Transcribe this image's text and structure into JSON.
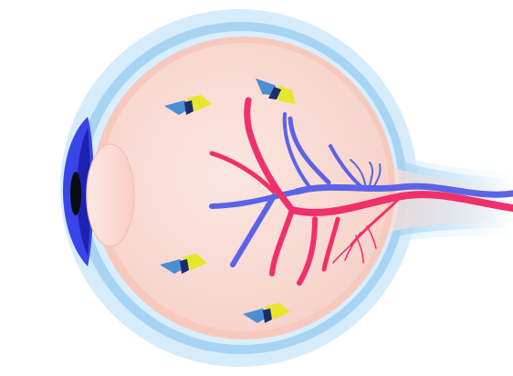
{
  "figure": {
    "subject": "eye-cross-section",
    "colors": {
      "background": "#ffffff",
      "outer_sclera": "#d6ecfb",
      "mid_sclera": "#a8d4f4",
      "eyeball_rim": "#f7c9be",
      "eyeball_interior": "#f9ddd6",
      "artery": "#f0306a",
      "vein": "#5b63e6",
      "cornea_blue": "#3a45e8",
      "iris_dark": "#1c22b0",
      "pupil": "#0b0b14",
      "lens": "#fbe0d8",
      "marker_blue": "#4a8fd4",
      "marker_yellow": "#e6e62a",
      "marker_dark": "#1f2c6b"
    },
    "markers": [
      {
        "name": "marker-top-left"
      },
      {
        "name": "marker-top-right"
      },
      {
        "name": "marker-bottom-left"
      },
      {
        "name": "marker-bottom-right"
      }
    ]
  }
}
